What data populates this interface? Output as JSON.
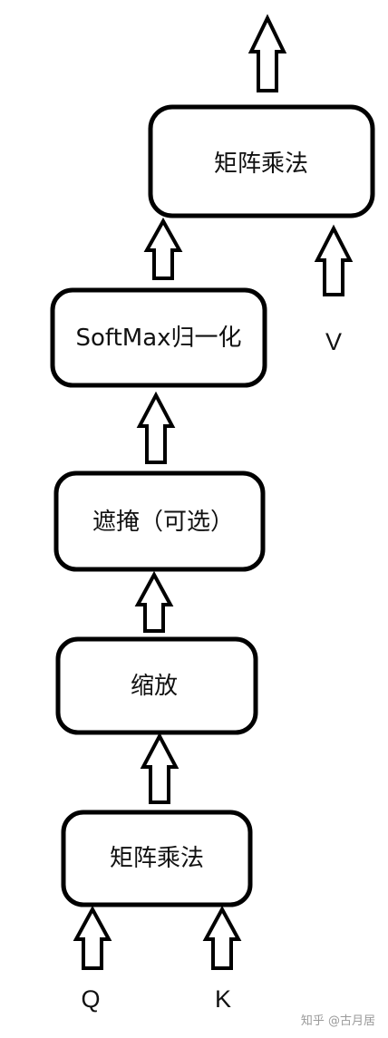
{
  "diagram": {
    "boxes": {
      "matmul_top": "矩阵乘法",
      "softmax": "SoftMax归一化",
      "mask": "遮掩（可选）",
      "scale": "缩放",
      "matmul_bottom": "矩阵乘法"
    },
    "inputs": {
      "q": "Q",
      "k": "K",
      "v": "V"
    }
  },
  "watermark": "知乎 @古月居"
}
